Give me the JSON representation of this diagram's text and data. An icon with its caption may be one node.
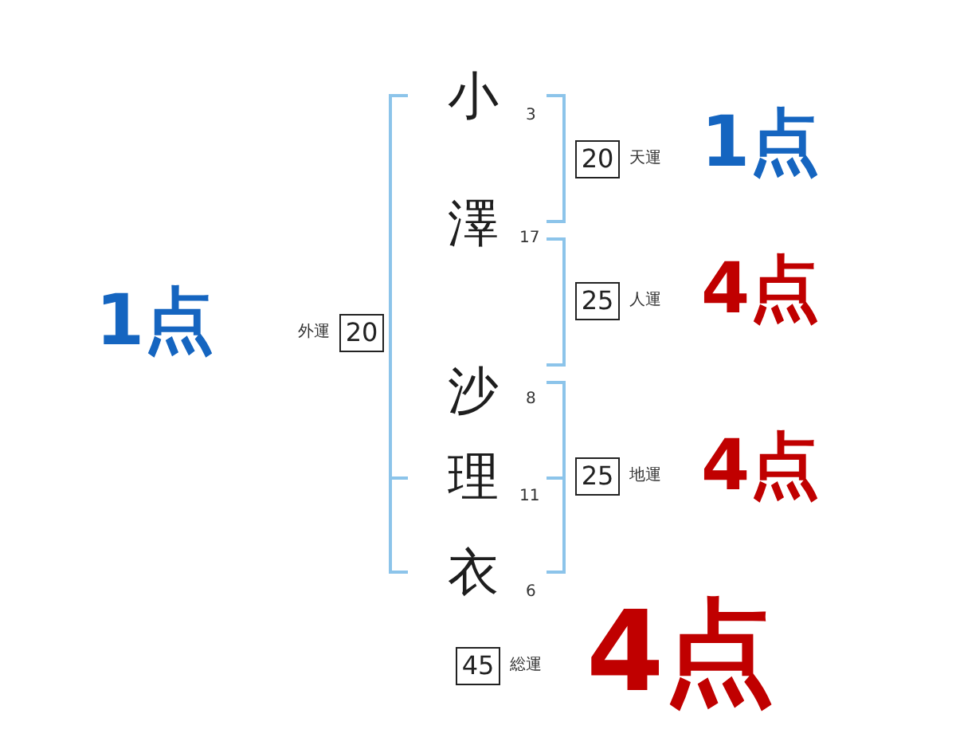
{
  "diagram": {
    "nodes": [
      {
        "text": [
          "20"
        ],
        "beside": [
          "天運"
        ]
      },
      {
        "text": [
          "25"
        ],
        "beside": [
          "人運"
        ]
      },
      {
        "text": [
          "20"
        ],
        "beside": [
          "外運"
        ]
      },
      {
        "text": [
          "25"
        ],
        "beside": [
          "地運"
        ]
      },
      {
        "text": [
          "45"
        ],
        "beside": [
          "総運"
        ]
      }
    ],
    "labels": [
      "小",
      "3",
      "1点",
      "澤",
      "17",
      "4点",
      "1点",
      "沙",
      "8",
      "理",
      "11",
      "4点",
      "衣",
      "6",
      "4点"
    ]
  }
}
